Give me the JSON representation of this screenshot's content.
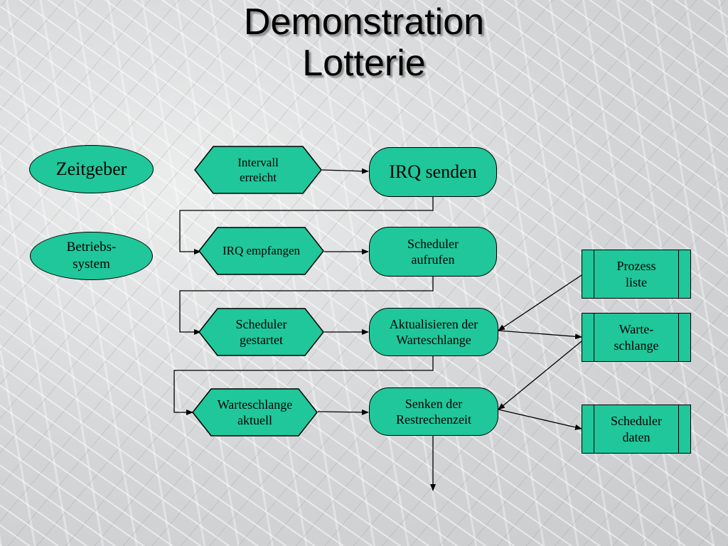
{
  "title": {
    "line1": "Demonstration",
    "line2": "Lotterie"
  },
  "nodes": {
    "zeitgeber": "Zeitgeber",
    "betriebssystem": "Betriebs-\nsystem",
    "intervall_erreicht": "Intervall\nerreicht",
    "irq_senden": "IRQ senden",
    "irq_empfangen": "IRQ empfangen",
    "scheduler_aufrufen": "Scheduler\naufrufen",
    "scheduler_gestartet": "Scheduler\ngestartet",
    "aktualisieren_warteschlange": "Aktualisieren der\nWarteschlange",
    "warteschlange_aktuell": "Warteschlange\naktuell",
    "senken_restrechenzeit": "Senken der\nRestrechenzeit",
    "prozess_liste": "Prozess\nliste",
    "warteschlange_store": "Warte-\nschlange",
    "scheduler_daten": "Scheduler\ndaten"
  },
  "colors": {
    "node_fill": "#1fc79a",
    "stroke": "#000000"
  }
}
